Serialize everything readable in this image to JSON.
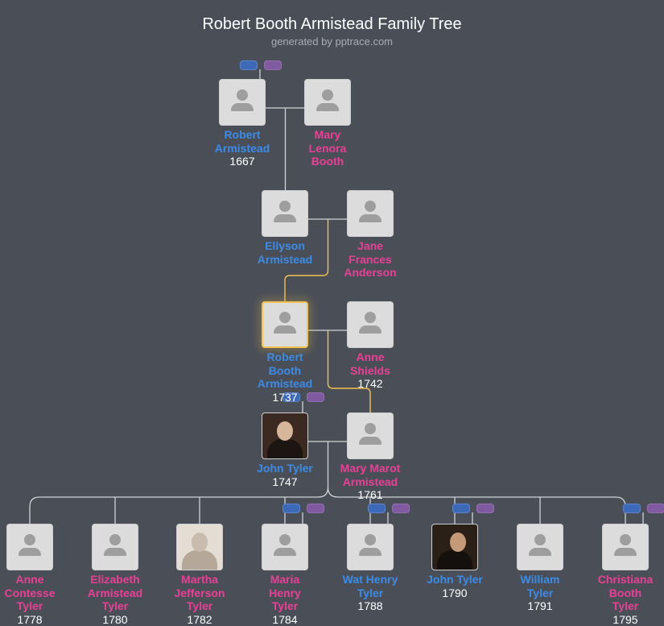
{
  "header": {
    "title": "Robert Booth Armistead Family Tree",
    "subtitle": "generated by pptrace.com"
  },
  "people": [
    {
      "id": "robert-armistead",
      "name": "Robert\nArmistead",
      "year": "1667",
      "gender": "m"
    },
    {
      "id": "mary-lenora-booth",
      "name": "Mary\nLenora\nBooth",
      "year": "",
      "gender": "f"
    },
    {
      "id": "ellyson-armistead",
      "name": "Ellyson\nArmistead",
      "year": "",
      "gender": "m"
    },
    {
      "id": "jane-frances-anderson",
      "name": "Jane\nFrances\nAnderson",
      "year": "",
      "gender": "f"
    },
    {
      "id": "robert-booth-armistead",
      "name": "Robert\nBooth\nArmistead",
      "year": "1737",
      "gender": "m"
    },
    {
      "id": "anne-shields",
      "name": "Anne\nShields",
      "year": "1742",
      "gender": "f"
    },
    {
      "id": "john-tyler-1747",
      "name": "John Tyler",
      "year": "1747",
      "gender": "m"
    },
    {
      "id": "mary-marot-armistead",
      "name": "Mary Marot\nArmistead",
      "year": "1761",
      "gender": "f"
    },
    {
      "id": "anne-contesse-tyler",
      "name": "Anne\nContesse\nTyler",
      "year": "1778",
      "gender": "f"
    },
    {
      "id": "elizabeth-armistead-tyler",
      "name": "Elizabeth\nArmistead\nTyler",
      "year": "1780",
      "gender": "f"
    },
    {
      "id": "martha-jefferson-tyler",
      "name": "Martha\nJefferson\nTyler",
      "year": "1782",
      "gender": "f"
    },
    {
      "id": "maria-henry-tyler",
      "name": "Maria\nHenry\nTyler",
      "year": "1784",
      "gender": "f"
    },
    {
      "id": "wat-henry-tyler",
      "name": "Wat Henry\nTyler",
      "year": "1788",
      "gender": "m"
    },
    {
      "id": "john-tyler-1790",
      "name": "John Tyler",
      "year": "1790",
      "gender": "m"
    },
    {
      "id": "william-tyler",
      "name": "William\nTyler",
      "year": "1791",
      "gender": "m"
    },
    {
      "id": "christiana-booth-tyler",
      "name": "Christiana\nBooth\nTyler",
      "year": "1795",
      "gender": "f"
    }
  ],
  "colors": {
    "background": "#4a4f57",
    "male": "#3b8be8",
    "female": "#ea3f96",
    "highlight_line": "#f3c150",
    "line": "#d0d3d7"
  },
  "icons": {
    "placeholder": "person-silhouette-icon",
    "expand_father": "expand-father-pill-icon",
    "expand_mother": "expand-mother-pill-icon"
  }
}
